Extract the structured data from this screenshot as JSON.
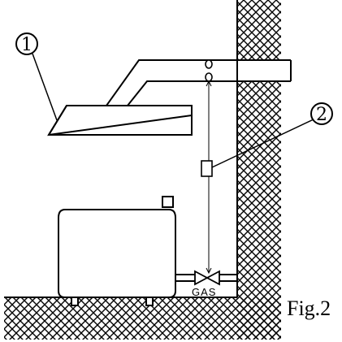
{
  "callouts": {
    "hood_number": "1",
    "detector_number": "2"
  },
  "labels": {
    "gas": "GAS",
    "figure": "Fig.2"
  }
}
